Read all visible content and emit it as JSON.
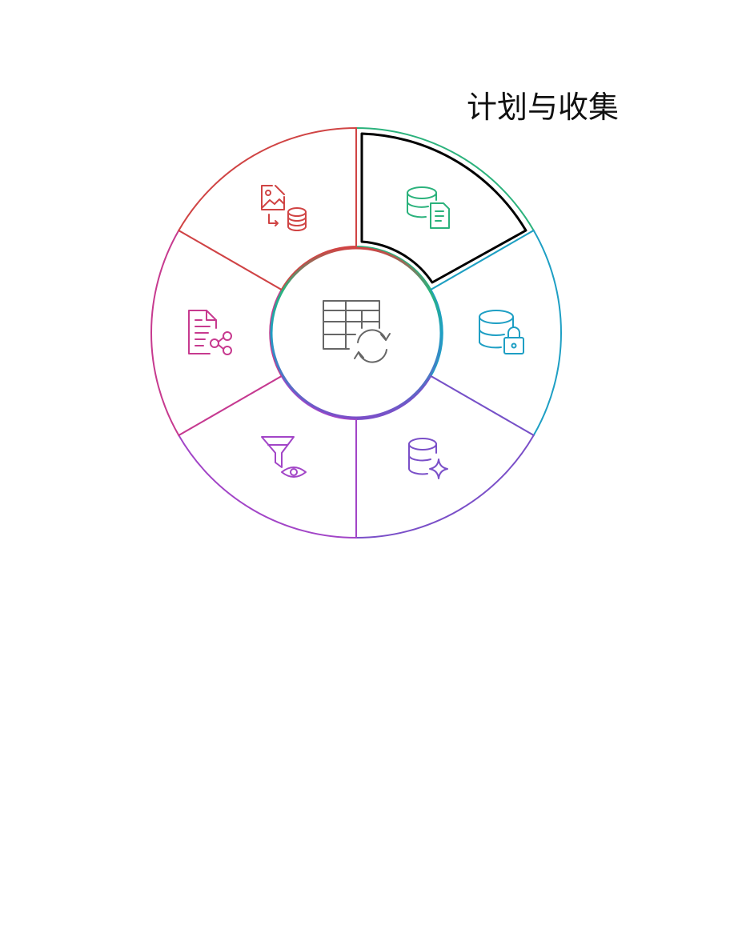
{
  "diagram": {
    "active_step_title": "计划与收集",
    "segments": [
      {
        "id": "plan-collect",
        "icon": "database-document-icon",
        "color": "#2bb27c",
        "active": true
      },
      {
        "id": "secure-storage",
        "icon": "database-lock-icon",
        "color": "#1e9fc4"
      },
      {
        "id": "process-enhance",
        "icon": "database-sparkle-icon",
        "color": "#7a4fc8"
      },
      {
        "id": "filter-review",
        "icon": "filter-eye-icon",
        "color": "#a245c7"
      },
      {
        "id": "share-publish",
        "icon": "document-share-icon",
        "color": "#c73a8f"
      },
      {
        "id": "import-media",
        "icon": "image-to-database-icon",
        "color": "#d04444"
      }
    ],
    "center_icon": "table-refresh-icon",
    "center_color": "#666666",
    "highlight_color": "#000000"
  }
}
